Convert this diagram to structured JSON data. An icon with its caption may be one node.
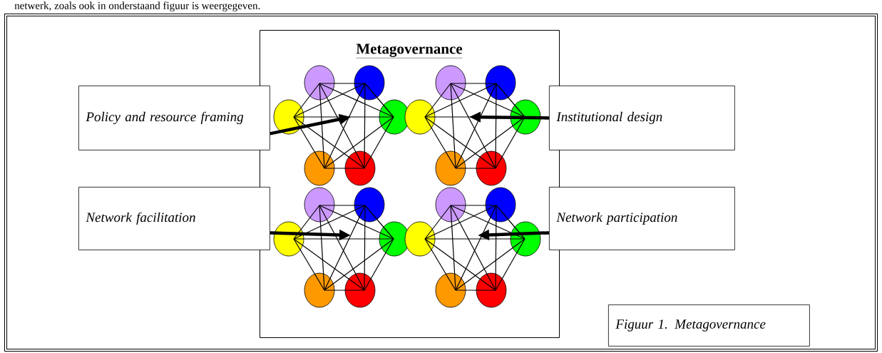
{
  "diagram": {
    "nodes": [
      {
        "text": [
          "Metagovernance"
        ]
      },
      {
        "text": [],
        "shape": "circle",
        "in": 0
      },
      {
        "text": [],
        "shape": "circle",
        "in": 0
      },
      {
        "text": [],
        "shape": "circle",
        "in": 0
      },
      {
        "text": [],
        "shape": "circle",
        "in": 0
      },
      {
        "text": [],
        "shape": "circle",
        "in": 0
      },
      {
        "text": [],
        "shape": "circle",
        "in": 0
      },
      {
        "text": [],
        "shape": "circle",
        "in": 0
      },
      {
        "text": [],
        "shape": "circle",
        "in": 0
      },
      {
        "text": [],
        "shape": "circle",
        "in": 0
      },
      {
        "text": [],
        "shape": "circle",
        "in": 0
      },
      {
        "text": [],
        "shape": "circle",
        "in": 0
      },
      {
        "text": [],
        "shape": "circle",
        "in": 0
      },
      {
        "text": [],
        "shape": "circle",
        "in": 0
      },
      {
        "text": [],
        "shape": "circle",
        "in": 0
      },
      {
        "text": [],
        "shape": "circle",
        "in": 0
      },
      {
        "text": [],
        "shape": "circle",
        "in": 0
      },
      {
        "text": [],
        "shape": "circle",
        "in": 0
      },
      {
        "text": [],
        "shape": "circle",
        "in": 0
      },
      {
        "text": [],
        "shape": "circle",
        "in": 0
      },
      {
        "text": [],
        "shape": "circle",
        "in": 0
      },
      {
        "text": [],
        "shape": "circle",
        "in": 0
      },
      {
        "text": [],
        "shape": "circle",
        "in": 0
      },
      {
        "text": [],
        "shape": "circle",
        "in": 0
      },
      {
        "text": [],
        "shape": "circle",
        "in": 0
      },
      {
        "text": [
          "Policy and resource framing"
        ]
      },
      {
        "text": [
          "Institutional design"
        ]
      },
      {
        "text": [
          "Network facilitation"
        ]
      },
      {
        "text": [
          "Network participation"
        ]
      },
      {
        "text": [
          "Figuur 1. Metagovernance"
        ]
      }
    ],
    "edges": [
      {
        "from": 1,
        "to": 2,
        "arrow": "none"
      },
      {
        "from": 1,
        "to": 3,
        "arrow": "none"
      },
      {
        "from": 1,
        "to": 4,
        "arrow": "none"
      },
      {
        "from": 1,
        "to": 5,
        "arrow": "none"
      },
      {
        "from": 1,
        "to": 6,
        "arrow": "none"
      },
      {
        "from": 2,
        "to": 3,
        "arrow": "none"
      },
      {
        "from": 2,
        "to": 4,
        "arrow": "none"
      },
      {
        "from": 2,
        "to": 5,
        "arrow": "none"
      },
      {
        "from": 2,
        "to": 6,
        "arrow": "none"
      },
      {
        "from": 3,
        "to": 4,
        "arrow": "none"
      },
      {
        "from": 3,
        "to": 5,
        "arrow": "none"
      },
      {
        "from": 3,
        "to": 6,
        "arrow": "none"
      },
      {
        "from": 4,
        "to": 5,
        "arrow": "none"
      },
      {
        "from": 4,
        "to": 6,
        "arrow": "none"
      },
      {
        "from": 5,
        "to": 6,
        "arrow": "none"
      },
      {
        "from": 7,
        "to": 8,
        "arrow": "none"
      },
      {
        "from": 7,
        "to": 9,
        "arrow": "none"
      },
      {
        "from": 7,
        "to": 10,
        "arrow": "none"
      },
      {
        "from": 7,
        "to": 11,
        "arrow": "none"
      },
      {
        "from": 7,
        "to": 12,
        "arrow": "none"
      },
      {
        "from": 8,
        "to": 9,
        "arrow": "none"
      },
      {
        "from": 8,
        "to": 10,
        "arrow": "none"
      },
      {
        "from": 8,
        "to": 11,
        "arrow": "none"
      },
      {
        "from": 8,
        "to": 12,
        "arrow": "none"
      },
      {
        "from": 9,
        "to": 10,
        "arrow": "none"
      },
      {
        "from": 9,
        "to": 11,
        "arrow": "none"
      },
      {
        "from": 9,
        "to": 12,
        "arrow": "none"
      },
      {
        "from": 10,
        "to": 11,
        "arrow": "none"
      },
      {
        "from": 10,
        "to": 12,
        "arrow": "none"
      },
      {
        "from": 11,
        "to": 12,
        "arrow": "none"
      },
      {
        "from": 13,
        "to": 14,
        "arrow": "none"
      },
      {
        "from": 13,
        "to": 15,
        "arrow": "none"
      },
      {
        "from": 13,
        "to": 16,
        "arrow": "none"
      },
      {
        "from": 13,
        "to": 17,
        "arrow": "none"
      },
      {
        "from": 13,
        "to": 18,
        "arrow": "none"
      },
      {
        "from": 14,
        "to": 15,
        "arrow": "none"
      },
      {
        "from": 14,
        "to": 16,
        "arrow": "none"
      },
      {
        "from": 14,
        "to": 17,
        "arrow": "none"
      },
      {
        "from": 14,
        "to": 18,
        "arrow": "none"
      },
      {
        "from": 15,
        "to": 16,
        "arrow": "none"
      },
      {
        "from": 15,
        "to": 17,
        "arrow": "none"
      },
      {
        "from": 15,
        "to": 18,
        "arrow": "none"
      },
      {
        "from": 16,
        "to": 17,
        "arrow": "none"
      },
      {
        "from": 16,
        "to": 18,
        "arrow": "none"
      },
      {
        "from": 17,
        "to": 18,
        "arrow": "none"
      },
      {
        "from": 19,
        "to": 20,
        "arrow": "none"
      },
      {
        "from": 19,
        "to": 21,
        "arrow": "none"
      },
      {
        "from": 19,
        "to": 22,
        "arrow": "none"
      },
      {
        "from": 19,
        "to": 23,
        "arrow": "none"
      },
      {
        "from": 19,
        "to": 24,
        "arrow": "none"
      },
      {
        "from": 20,
        "to": 21,
        "arrow": "none"
      },
      {
        "from": 20,
        "to": 22,
        "arrow": "none"
      },
      {
        "from": 20,
        "to": 23,
        "arrow": "none"
      },
      {
        "from": 20,
        "to": 24,
        "arrow": "none"
      },
      {
        "from": 21,
        "to": 22,
        "arrow": "none"
      },
      {
        "from": 21,
        "to": 23,
        "arrow": "none"
      },
      {
        "from": 21,
        "to": 24,
        "arrow": "none"
      },
      {
        "from": 22,
        "to": 23,
        "arrow": "none"
      },
      {
        "from": 22,
        "to": 24,
        "arrow": "none"
      },
      {
        "from": 23,
        "to": 24,
        "arrow": "none"
      },
      {
        "from": 25,
        "to": null,
        "arrow": "to",
        "style": "thick"
      },
      {
        "from": 26,
        "to": null,
        "arrow": "to",
        "style": "thick"
      },
      {
        "from": 27,
        "to": null,
        "arrow": "to",
        "style": "thick"
      },
      {
        "from": 28,
        "to": null,
        "arrow": "to",
        "style": "thick"
      }
    ],
    "labels": [
      "netwerk, zoals ook in onderstaand figuur is weergegeven."
    ]
  }
}
